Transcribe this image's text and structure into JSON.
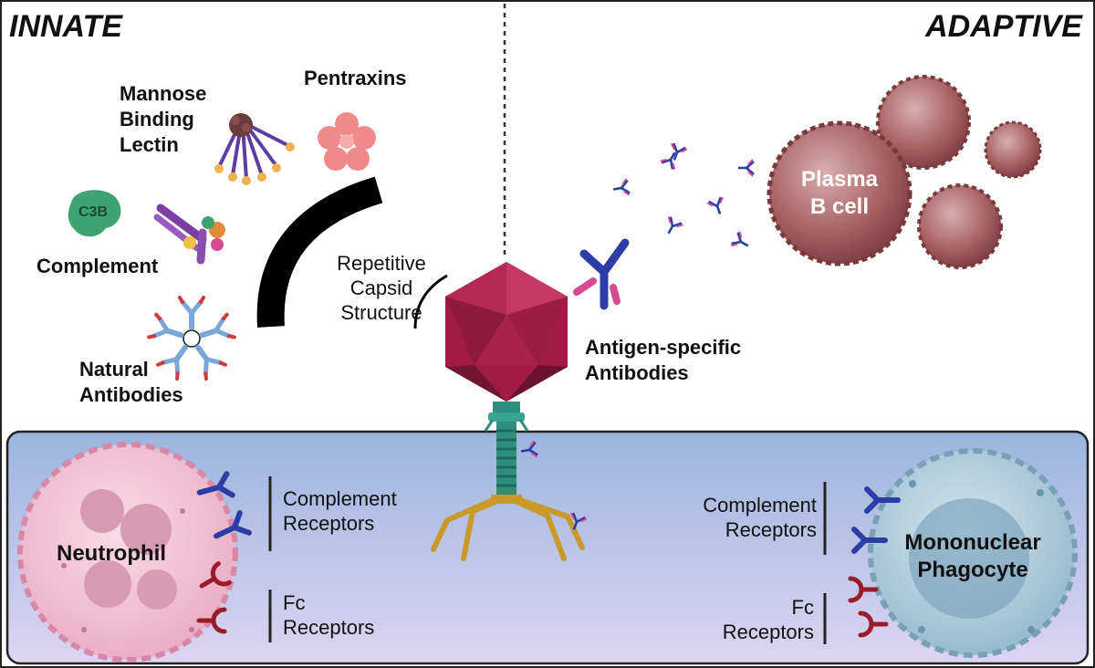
{
  "innate_heading": "INNATE",
  "adaptive_heading": "ADAPTIVE",
  "labels": {
    "mannose_binding_lectin": [
      "Mannose",
      "Binding",
      "Lectin"
    ],
    "pentraxins": "Pentraxins",
    "c3b": "C3B",
    "complement": "Complement",
    "natural_antibodies": [
      "Natural",
      "Antibodies"
    ],
    "repetitive_capsid_structure": [
      "Repetitive",
      "Capsid",
      "Structure"
    ],
    "antigen_specific_antibodies": [
      "Antigen-specific",
      "Antibodies"
    ],
    "plasma_b_cell": [
      "Plasma",
      "B cell"
    ],
    "neutrophil": "Neutrophil",
    "mononuclear_phagocyte": [
      "Mononuclear",
      "Phagocyte"
    ],
    "complement_receptors_left": [
      "Complement",
      "Receptors"
    ],
    "fc_receptors_left": [
      "Fc",
      "Receptors"
    ],
    "complement_receptors_right": [
      "Complement",
      "Receptors"
    ],
    "fc_receptors_right": [
      "Fc",
      "Receptors"
    ]
  },
  "colors": {
    "panel_top": "#9ab5dd",
    "panel_bottom": "#ddd4f2",
    "capsid": "#a01c45",
    "tail": "#2f8f7c",
    "tail_fibers": "#c99a2a",
    "antibody_blue": "#2c3ea6",
    "antibody_pink": "#d64a8f",
    "fc_receptor": "#9a1c2a",
    "neutrophil": "#f3c3d6",
    "phagocyte": "#a9c8db",
    "plasma_cell": "#a55f60",
    "complement_c3b": "#3ea371",
    "arc": "#000000"
  }
}
